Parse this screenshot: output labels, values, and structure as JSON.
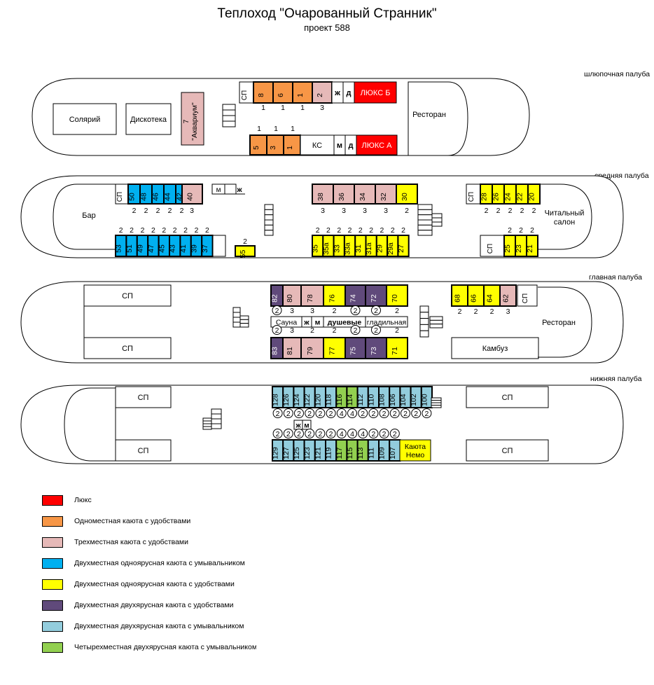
{
  "title": "Теплоход \"Очарованный Странник\"",
  "subtitle": "проект 588",
  "colors": {
    "lux": "#ff0000",
    "single": "#f79646",
    "triple": "#e6b9b8",
    "double_sink": "#00b0f0",
    "double_amen": "#ffff00",
    "bunk_amen": "#604a7b",
    "bunk_sink": "#93cddd",
    "quad_sink": "#92d050",
    "white": "#ffffff"
  },
  "decks": {
    "boat": {
      "label": "шлюпочная палуба",
      "rooms": {
        "solarium": "Солярий",
        "disco": "Дискотека",
        "aquarium": "7\n\"Аквариум\"",
        "restaurant": "Ресторан",
        "sp": "СП",
        "zh": "ж",
        "d": "д",
        "lux_b": "ЛЮКС Б",
        "ks": "КС",
        "m": "м",
        "lux_a": "ЛЮКС А"
      },
      "top_cabins": [
        "8",
        "6",
        "1",
        "2"
      ],
      "top_caps": [
        "1",
        "1",
        "1",
        "3"
      ],
      "bottom_cabins": [
        "5",
        "3",
        "1"
      ],
      "bottom_caps": [
        "1",
        "1",
        "1"
      ]
    },
    "middle": {
      "label": "средняя палуба",
      "rooms": {
        "bar": "Бар",
        "reading": "Читальный\nсалон",
        "sp": "СП",
        "m": "м",
        "zh": "ж"
      },
      "left_top": [
        "50",
        "48",
        "46",
        "44",
        "42"
      ],
      "left_top_caps": [
        "2",
        "2",
        "2",
        "2",
        "2"
      ],
      "cabin_40": "40",
      "cap_40": "3",
      "left_bottom": [
        "53",
        "51",
        "49",
        "47",
        "45",
        "43",
        "41",
        "39",
        "37"
      ],
      "left_bottom_caps": [
        "2",
        "2",
        "2",
        "2",
        "2",
        "2",
        "2",
        "2",
        "2"
      ],
      "cabin_55": "55",
      "cap_55": "2",
      "center_top": [
        "38",
        "36",
        "34",
        "32",
        "30"
      ],
      "center_top_caps": [
        "3",
        "3",
        "3",
        "3",
        "2"
      ],
      "center_bottom": [
        "35",
        "35а",
        "33",
        "33а",
        "31",
        "31а",
        "29",
        "29а",
        "27"
      ],
      "center_bottom_caps": [
        "2",
        "2",
        "2",
        "2",
        "2",
        "2",
        "2",
        "2",
        "2"
      ],
      "right_top": [
        "28",
        "26",
        "24",
        "22",
        "20"
      ],
      "right_top_caps": [
        "2",
        "2",
        "2",
        "2",
        "2"
      ],
      "right_bottom": [
        "25",
        "23",
        "21"
      ],
      "right_bottom_caps": [
        "2",
        "2",
        "2"
      ]
    },
    "main": {
      "label": "главная палуба",
      "rooms": {
        "sp": "СП",
        "restaurant": "Ресторан",
        "galley": "Камбуз",
        "sauna": "Сауна",
        "zh": "ж",
        "m": "м",
        "showers": "душевые",
        "ironing": "гладильная"
      },
      "center_top": [
        "82",
        "80",
        "78",
        "76",
        "74",
        "72",
        "70"
      ],
      "center_top_caps": [
        "2",
        "3",
        "3",
        "2",
        "2",
        "2",
        "2"
      ],
      "center_bottom": [
        "83",
        "81",
        "79",
        "77",
        "75",
        "73",
        "71"
      ],
      "center_bottom_caps": [
        "2",
        "3",
        "2",
        "2",
        "2",
        "2",
        "2"
      ],
      "right_top": [
        "68",
        "66",
        "64",
        "62"
      ],
      "right_top_caps": [
        "2",
        "2",
        "2",
        "3"
      ]
    },
    "lower": {
      "label": "нижняя палуба",
      "rooms": {
        "sp": "СП",
        "zh": "ж",
        "m": "м",
        "nemo": "Каюта\nНемо"
      },
      "top": [
        "128",
        "126",
        "124",
        "122",
        "120",
        "118",
        "116",
        "114",
        "112",
        "110",
        "108",
        "106",
        "104",
        "102",
        "100"
      ],
      "top_caps": [
        "2",
        "2",
        "2",
        "2",
        "2",
        "2",
        "4",
        "4",
        "2",
        "2",
        "2",
        "2",
        "2",
        "2",
        "2"
      ],
      "bottom": [
        "129",
        "127",
        "125",
        "123",
        "121",
        "119",
        "117",
        "115",
        "113",
        "111",
        "109",
        "107"
      ],
      "bottom_caps": [
        "2",
        "2",
        "2",
        "2",
        "2",
        "2",
        "4",
        "4",
        "4",
        "2",
        "2",
        "2"
      ]
    }
  },
  "legend": [
    {
      "label": "Люкс",
      "color": "#ff0000"
    },
    {
      "label": "Одноместная каюта с удобствами",
      "color": "#f79646"
    },
    {
      "label": "Трехместная каюта с удобствами",
      "color": "#e6b9b8"
    },
    {
      "label": "Двухместная одноярусная каюта с умывальником",
      "color": "#00b0f0"
    },
    {
      "label": "Двухместная одноярусная каюта с удобствами",
      "color": "#ffff00"
    },
    {
      "label": "Двухместная двухярусная каюта с удобствами",
      "color": "#604a7b"
    },
    {
      "label": "Двухместная двухярусная каюта с умывальником",
      "color": "#93cddd"
    },
    {
      "label": "Четырехместная двухярусная каюта с умывальником",
      "color": "#92d050"
    }
  ]
}
